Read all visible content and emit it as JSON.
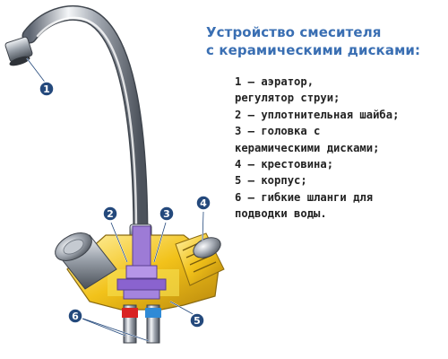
{
  "title": [
    "Устройство смесителя",
    "с керамическими дисками:"
  ],
  "legend": [
    "1 — аэратор,",
    "регулятор струи;",
    "2 — уплотнительная шайба;",
    "3 — головка с",
    "керамическими дисками;",
    "4 — крестовина;",
    "5 — корпус;",
    "6 — гибкие шланги для",
    "подводки воды."
  ],
  "callouts": [
    "1",
    "2",
    "3",
    "4",
    "5",
    "6"
  ],
  "colors": {
    "title": "#3a6fb3",
    "callout_fill": "#24497c",
    "body_yellow": "#f2d21c",
    "headpiece_purple": "#9d7bd6",
    "hot_red": "#d92323",
    "cold_blue": "#2f8ad6"
  }
}
